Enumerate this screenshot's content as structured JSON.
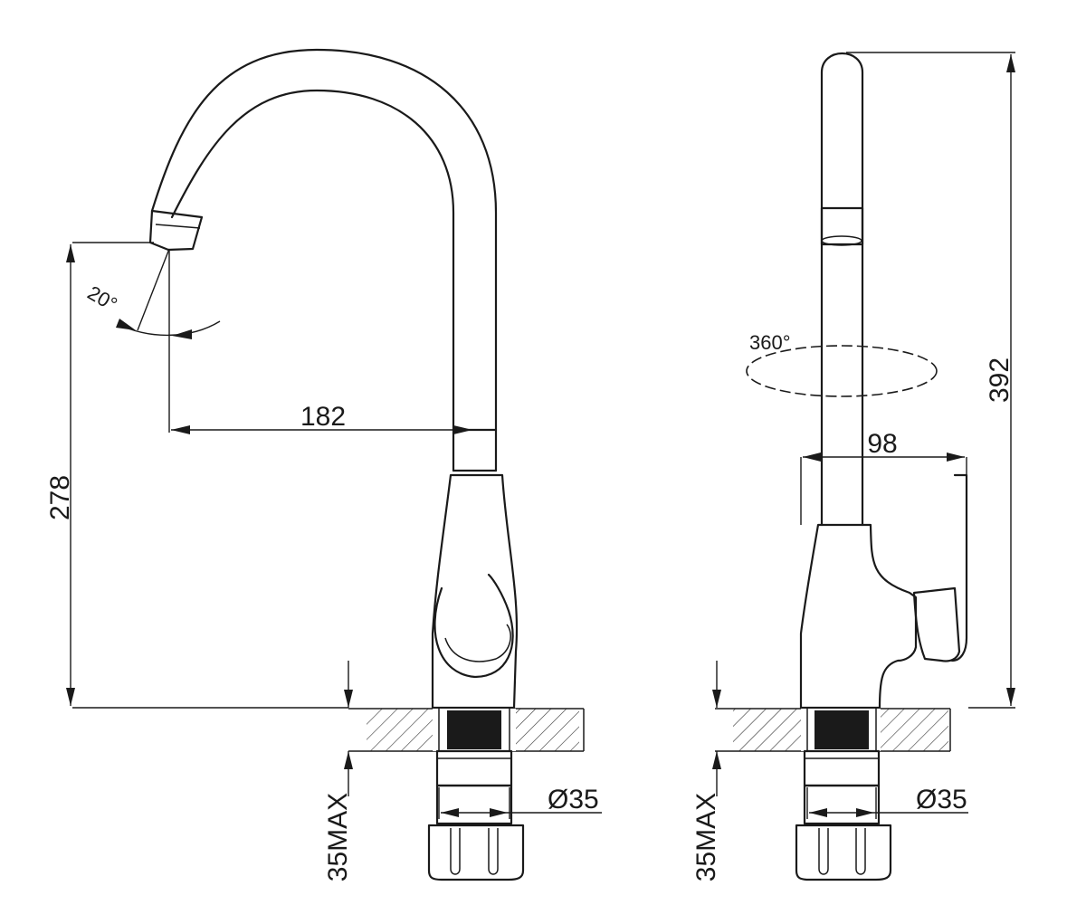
{
  "front_view": {
    "dim_spout_reach": "182",
    "dim_spout_height": "278",
    "dim_swivel_angle": "20°",
    "dim_counter_thickness": "35MAX",
    "dim_shank_diameter": "Ø35"
  },
  "side_view": {
    "dim_total_height": "392",
    "dim_body_depth": "98",
    "dim_rotation": "360°",
    "dim_counter_thickness": "35MAX",
    "dim_shank_diameter": "Ø35"
  }
}
